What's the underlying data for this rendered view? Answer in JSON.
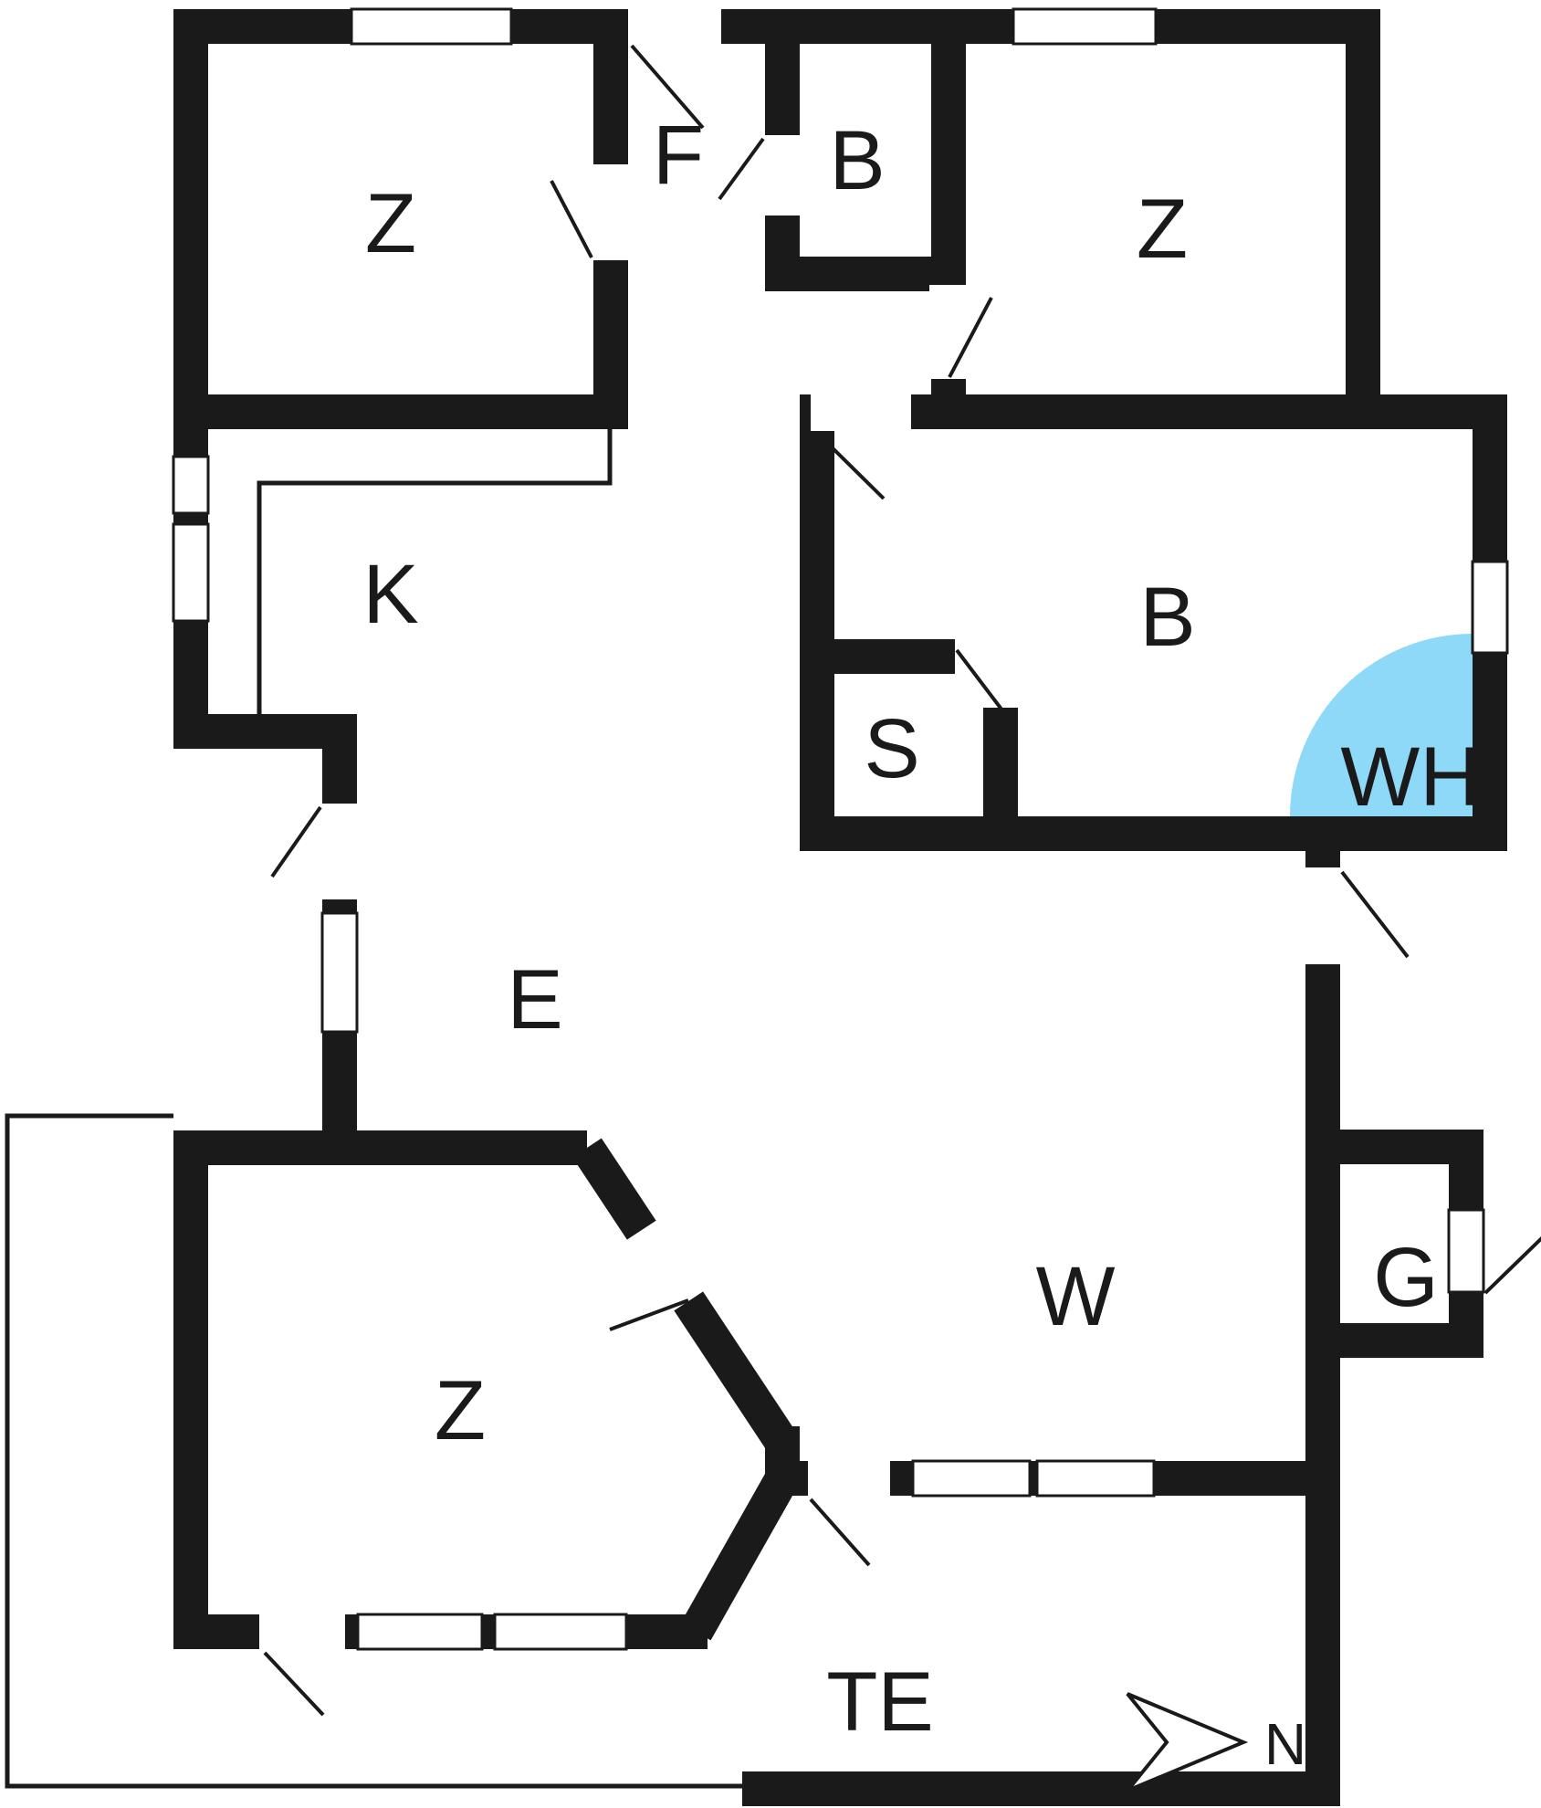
{
  "plan": {
    "rooms": {
      "z1": {
        "label": "Z"
      },
      "f": {
        "label": "F"
      },
      "b1": {
        "label": "B"
      },
      "z2": {
        "label": "Z"
      },
      "k": {
        "label": "K"
      },
      "b2": {
        "label": "B"
      },
      "s": {
        "label": "S"
      },
      "wh": {
        "label": "WH"
      },
      "e": {
        "label": "E"
      },
      "w": {
        "label": "W"
      },
      "g": {
        "label": "G"
      },
      "z3": {
        "label": "Z"
      },
      "te": {
        "label": "TE"
      }
    },
    "compass": {
      "label": "N"
    },
    "colors": {
      "wall": "#1a1a1a",
      "floor": "#ffffff",
      "whirlpool": "#8ed8f8"
    }
  }
}
